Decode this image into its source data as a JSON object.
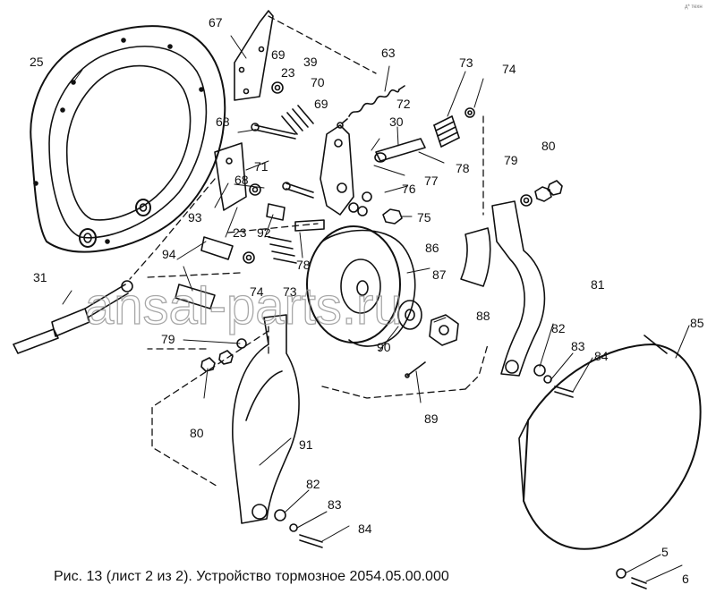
{
  "caption": "Рис. 13 (лист 2 из 2). Устройство тормозное 2054.05.00.000",
  "watermark": "ansal-parts.ru",
  "corner_mark": "д* техн",
  "callouts": [
    "67",
    "69",
    "23",
    "39",
    "70",
    "63",
    "73",
    "74",
    "72",
    "30",
    "69",
    "68",
    "71",
    "77",
    "78",
    "79",
    "80",
    "68",
    "76",
    "93",
    "75",
    "92",
    "23",
    "86",
    "78",
    "94",
    "87",
    "81",
    "31",
    "74",
    "73",
    "88",
    "82",
    "85",
    "90",
    "83",
    "84",
    "79",
    "89",
    "80",
    "91",
    "82",
    "83",
    "84",
    "5",
    "6",
    "25"
  ]
}
